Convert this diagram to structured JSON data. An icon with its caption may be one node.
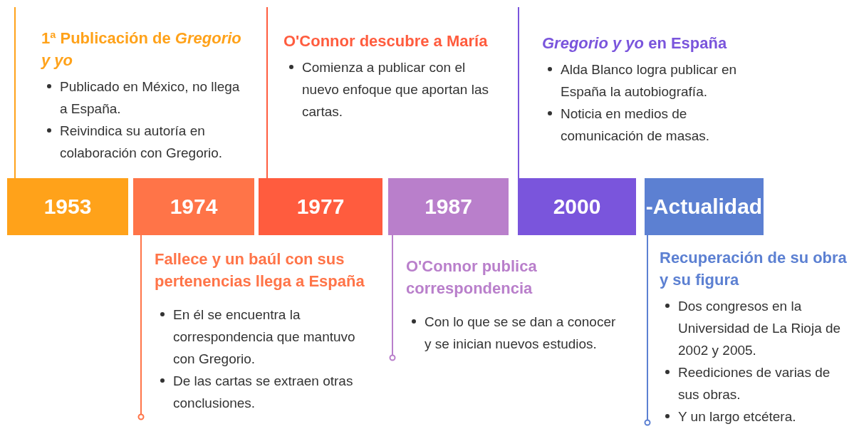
{
  "diagram": {
    "nodes": [
      {
        "text": [
          "1953"
        ]
      },
      {
        "text": [
          "1974"
        ]
      },
      {
        "text": [
          "1977"
        ]
      },
      {
        "text": [
          "1987"
        ]
      },
      {
        "text": [
          "2000"
        ]
      },
      {
        "text": [
          "-Actualidad"
        ]
      },
      {
        "text": [
          "1ª Publicación de *Gregorio y yo*",
          "Publicado en México, no llega a España.",
          "Reivindica su autoría en colaboración con Gregorio."
        ]
      },
      {
        "text": [
          "Fallece y un baúl con sus pertenencias llega a España",
          "En él se encuentra la correspondencia que mantuvo con Gregorio.",
          "De las cartas se extraen otras conclusiones."
        ]
      },
      {
        "text": [
          "O'Connor descubre a María",
          "Comienza a publicar con el nuevo enfoque que aportan las cartas."
        ]
      },
      {
        "text": [
          "O'Connor publica correspondencia",
          "Con lo que se se dan a conocer y se inician nuevos estudios."
        ]
      },
      {
        "text": [
          "*Gregorio y yo* en España",
          "Alda Blanco logra publicar en España la autobiografía.",
          "Noticia en medios de comunicación de masas."
        ]
      },
      {
        "text": [
          "Recuperación de su obra y su figura",
          "Dos congresos en la Universidad de La Rioja de 2002 y 2005.",
          "Reediciones de varias de sus obras.",
          "Y un largo etcétera."
        ]
      }
    ],
    "edges": [
      {
        "from": 0,
        "to": 6,
        "arrow": "none",
        "color": "#ffa21a"
      },
      {
        "from": 1,
        "to": 7,
        "arrow": "other",
        "color": "#ff7448"
      },
      {
        "from": 2,
        "to": 8,
        "arrow": "none",
        "color": "#ff5c3e"
      },
      {
        "from": 3,
        "to": 9,
        "arrow": "other",
        "color": "#b97fcb"
      },
      {
        "from": 4,
        "to": 10,
        "arrow": "none",
        "color": "#7a55dc"
      },
      {
        "from": 5,
        "to": 11,
        "arrow": "other",
        "color": "#5c80d2"
      }
    ]
  }
}
